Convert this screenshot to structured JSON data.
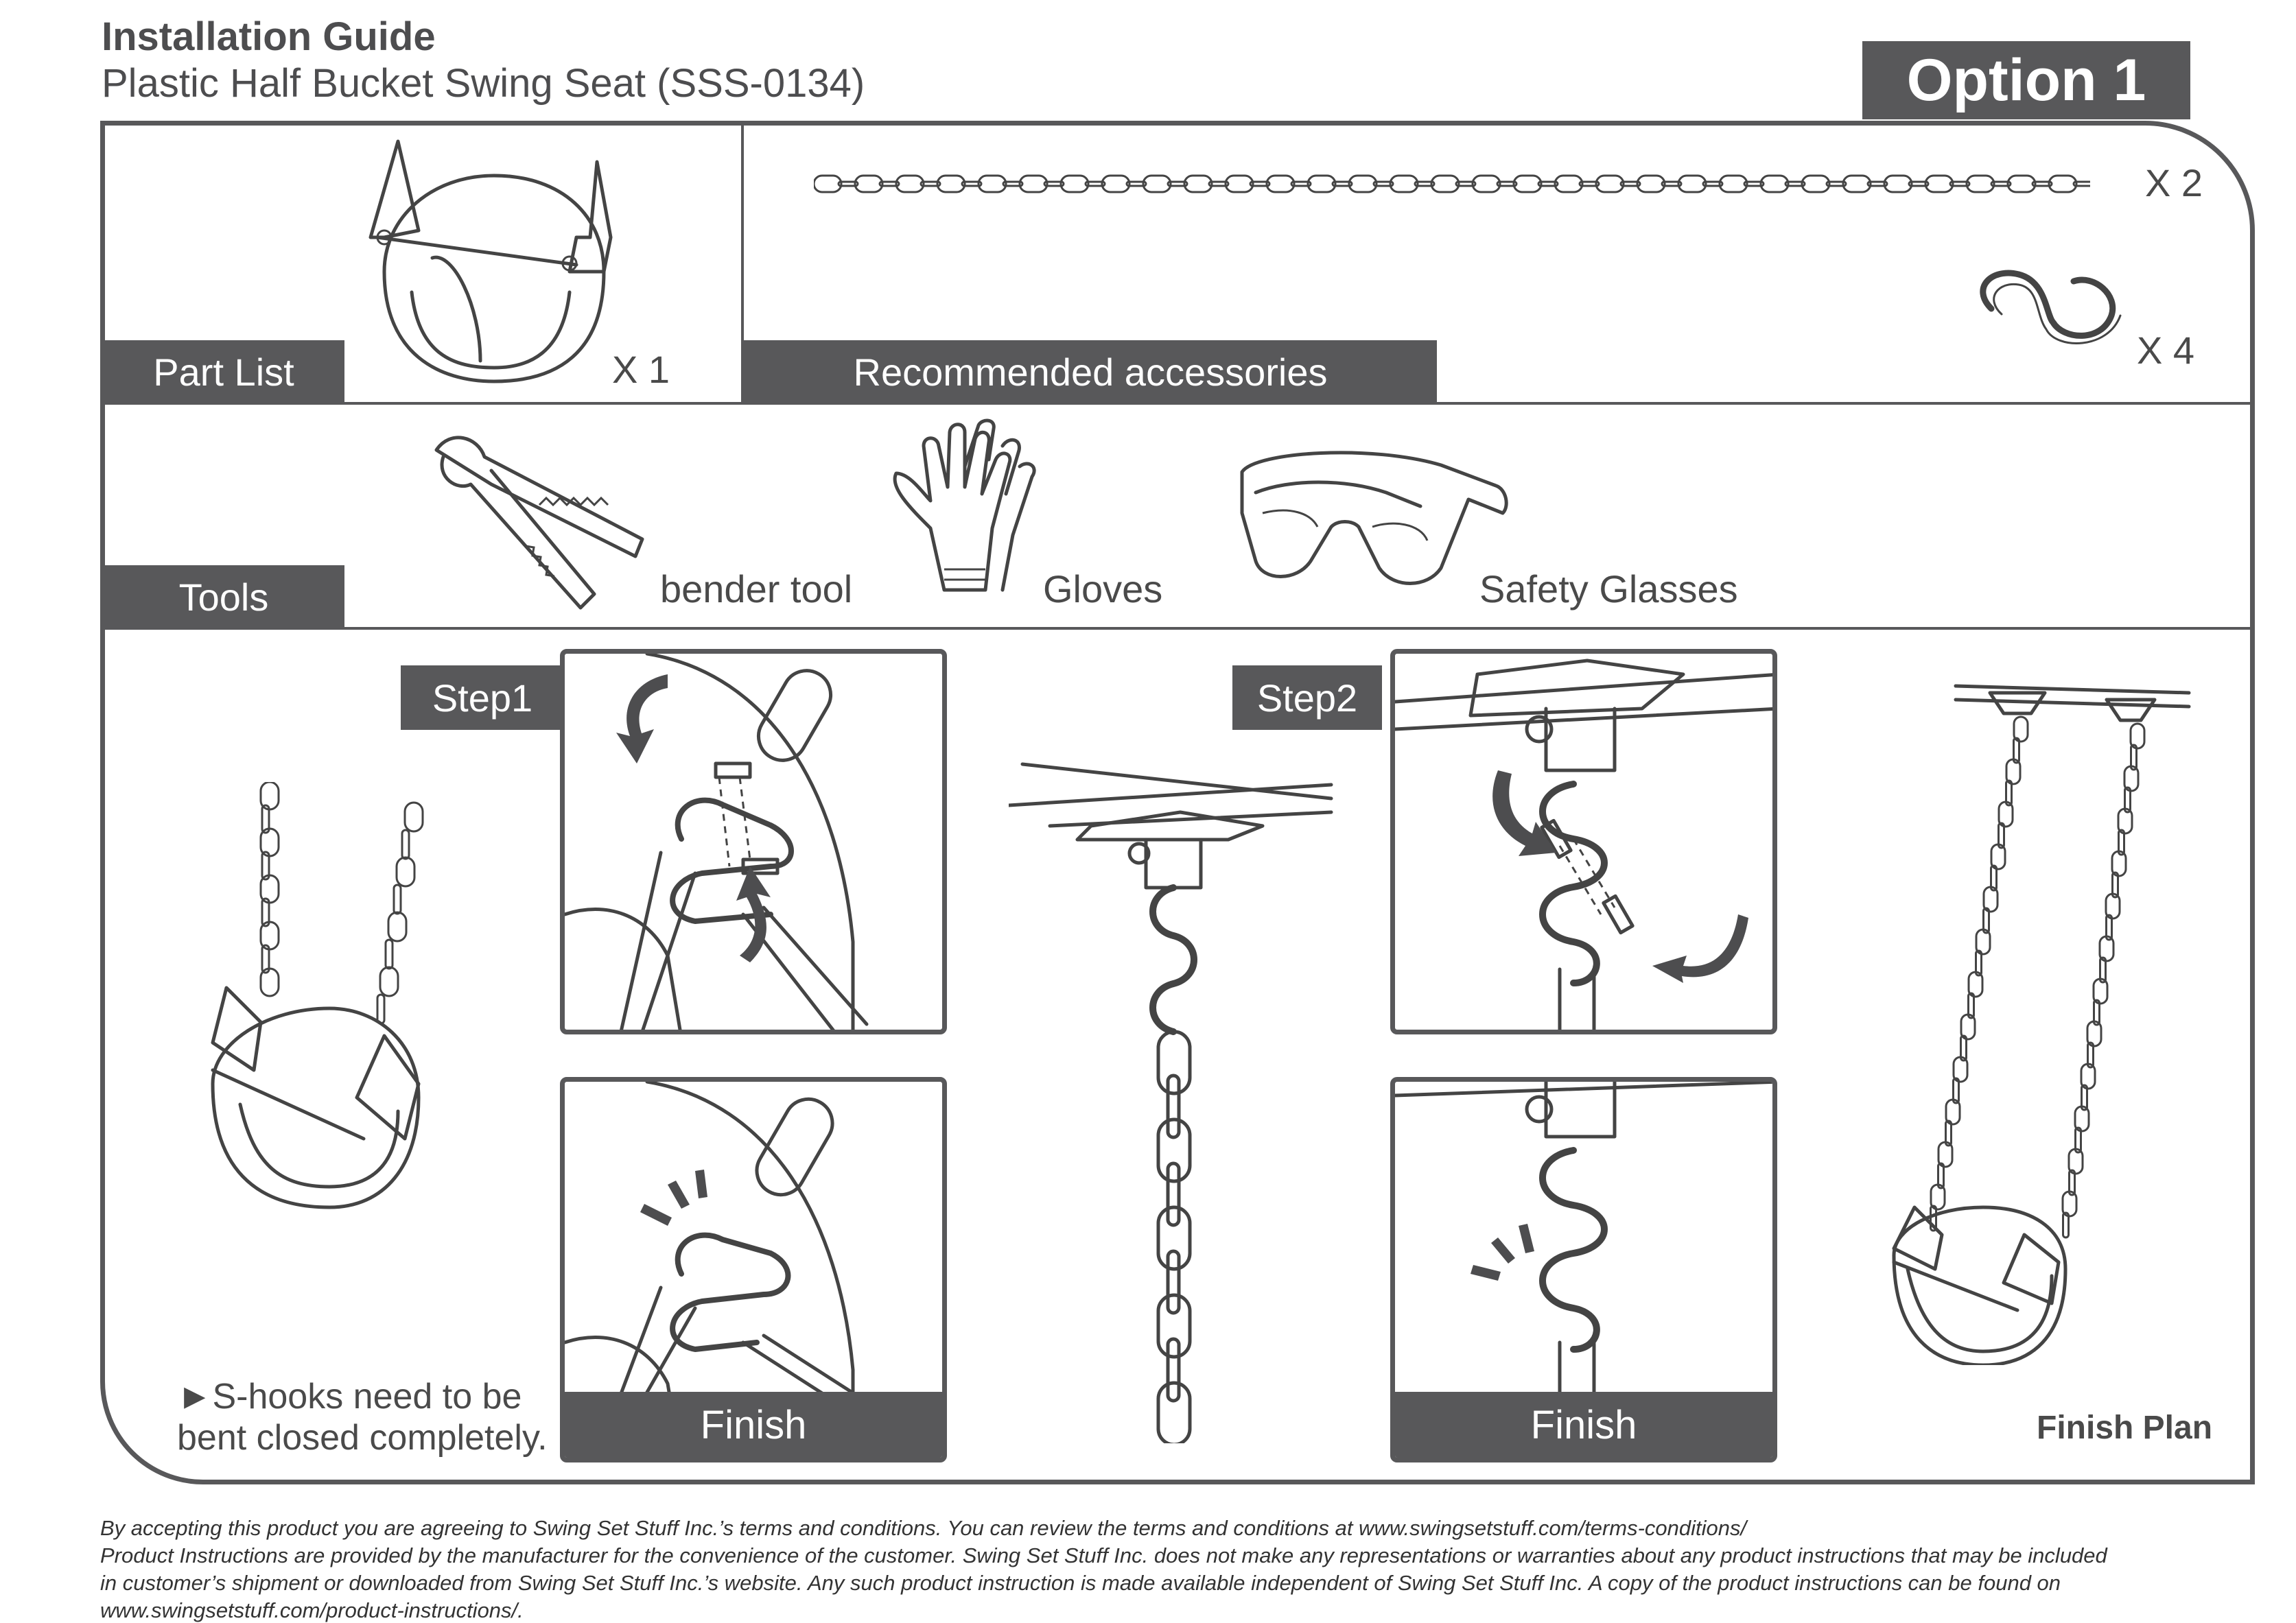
{
  "header": {
    "title": "Installation Guide",
    "subtitle": "Plastic Half Bucket Swing Seat (SSS-0134)",
    "option_label": "Option 1"
  },
  "parts": {
    "section_label": "Part List",
    "seat_qty": "X 1"
  },
  "accessories": {
    "section_label": "Recommended accessories",
    "chain_qty": "X 2",
    "s_hook_qty": "X 4"
  },
  "tools": {
    "section_label": "Tools",
    "items": [
      "bender tool",
      "Gloves",
      "Safety Glasses"
    ]
  },
  "steps": {
    "step1_label": "Step1",
    "step2_label": "Step2",
    "finish_label": "Finish",
    "note_line1": "►S-hooks need to be",
    "note_line2": "bent closed completely.",
    "finish_plan_label": "Finish Plan"
  },
  "footer": {
    "line1": "By accepting this product you are agreeing to Swing Set Stuff Inc.’s terms and conditions. You can review the terms and conditions at www.swingsetstuff.com/terms-conditions/",
    "line2": "Product Instructions are provided by the manufacturer for the convenience of the customer. Swing Set Stuff Inc. does not make any representations or warranties about any product instructions that may be included",
    "line3": "in customer’s shipment or downloaded from Swing Set Stuff Inc.’s website. Any such product instruction is made available independent of Swing Set Stuff Inc.  A copy of the product instructions can be found on",
    "line4": "www.swingsetstuff.com/product-instructions/."
  },
  "colors": {
    "dark_gray": "#58585a",
    "line": "#444444",
    "background": "#ffffff"
  }
}
